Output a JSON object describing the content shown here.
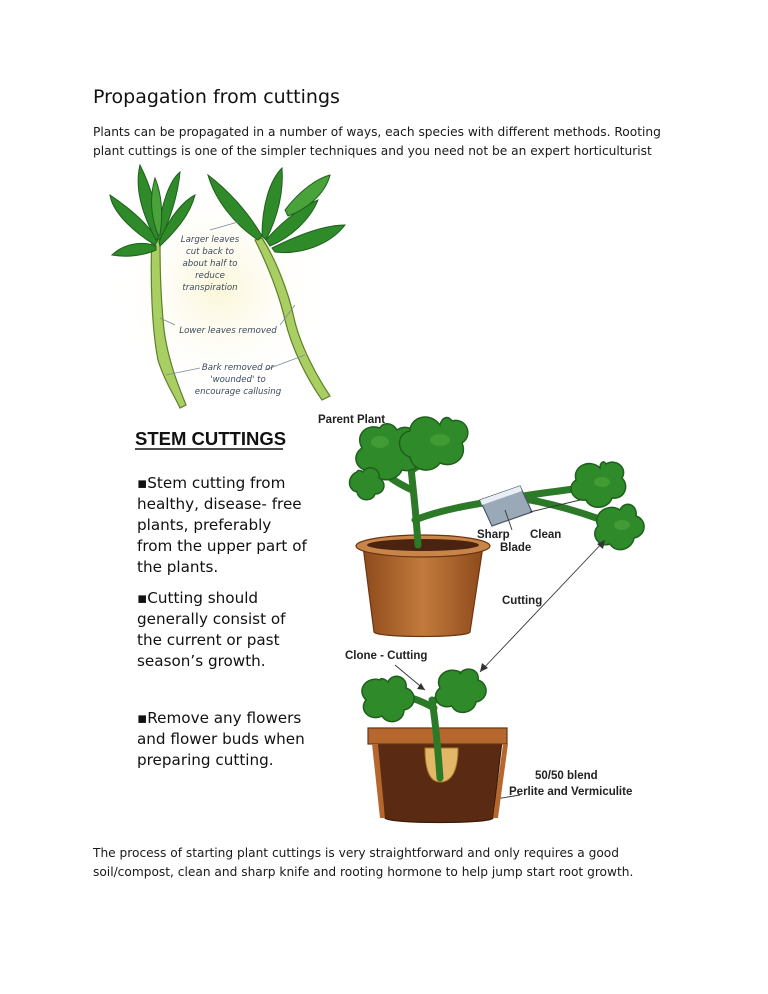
{
  "title": "Propagation from cuttings",
  "intro": "Plants can be propagated in a number of ways, each species with different methods. Rooting plant cuttings is one of the simpler techniques and you need not be an expert horticulturist",
  "figure1": {
    "annotations": {
      "larger_leaves": [
        "Larger leaves",
        "cut back to",
        "about half to",
        "reduce",
        "transpiration"
      ],
      "lower_leaves": "Lower leaves removed",
      "bark": [
        "Bark removed or",
        "'wounded' to",
        "encourage callusing"
      ]
    }
  },
  "figure2": {
    "heading": "STEM CUTTINGS",
    "bullets": [
      "▪Stem cutting from",
      "healthy, disease- free",
      "plants, preferably",
      "from the upper part of",
      "the plants.",
      "▪Cutting should",
      "generally consist of",
      "the current  or past",
      "season’s growth.",
      "▪Remove any flowers",
      "and flower buds when",
      "preparing cutting."
    ],
    "labels": {
      "parent_plant": "Parent Plant",
      "sharp": "Sharp",
      "clean": "Clean",
      "blade": "Blade",
      "cutting": "Cutting",
      "clone_cutting": "Clone - Cutting",
      "blend_1": "50/50 blend",
      "blend_2": "Perlite and Vermiculite"
    }
  },
  "outro": "The process of starting plant cuttings is very straightforward and only requires a good soil/compost, clean and sharp knife and rooting hormone to help jump start root growth.",
  "colors": {
    "leaf": "#2f8a2a",
    "leaf_dark": "#1f5f1d",
    "pot": "#b5672e",
    "soil": "#5a2a12"
  }
}
